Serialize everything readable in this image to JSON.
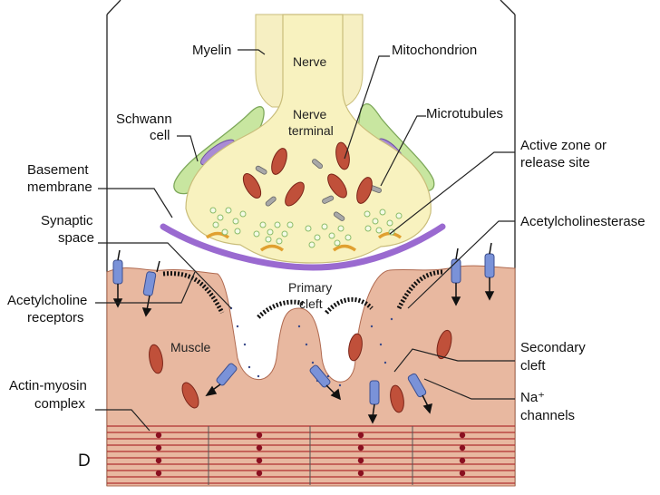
{
  "labels": {
    "myelin": "Myelin",
    "nerve": "Nerve",
    "mitochondrion": "Mitochondrion",
    "schwann_l1": "Schwann",
    "schwann_l2": "cell",
    "nerve_terminal_l1": "Nerve",
    "nerve_terminal_l2": "terminal",
    "microtubules": "Microtubules",
    "active_zone_l1": "Active zone or",
    "active_zone_l2": "release site",
    "basement_l1": "Basement",
    "basement_l2": "membrane",
    "synaptic_l1": "Synaptic",
    "synaptic_l2": "space",
    "acetylcholinesterase": "Acetylcholinesterase",
    "primary_l1": "Primary",
    "primary_l2": "cleft",
    "ach_receptors_l1": "Acetylcholine",
    "ach_receptors_l2": "receptors",
    "muscle": "Muscle",
    "secondary_l1": "Secondary",
    "secondary_l2": "cleft",
    "actin_l1": "Actin-myosin",
    "actin_l2": "complex",
    "na_l1": "Na⁺",
    "na_l2": "channels",
    "panel_letter": "D"
  },
  "colors": {
    "nerve_fill": "#f8f2bf",
    "myelin_fill": "#f6efc2",
    "schwann_fill": "#c8e6a0",
    "schwann_nucleus": "#a98bd4",
    "basement": "#9a6ad0",
    "muscle_fill": "#e8b8a0",
    "mitochondrion": "#c0503a",
    "receptor": "#7a92d8",
    "vesicle": "#b8d89a",
    "striation": "#b03030"
  }
}
